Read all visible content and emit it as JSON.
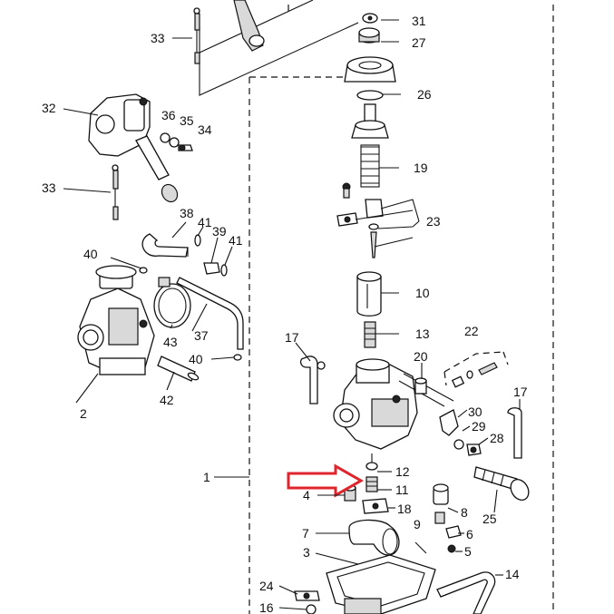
{
  "labels": {
    "p1": "1",
    "p2": "2",
    "p3": "3",
    "p4": "4",
    "p5": "5",
    "p6": "6",
    "p7": "7",
    "p8": "8",
    "p9": "9",
    "p10": "10",
    "p11": "11",
    "p12": "12",
    "p13": "13",
    "p14": "14",
    "p16": "16",
    "p17a": "17",
    "p17b": "17",
    "p18": "18",
    "p19": "19",
    "p20": "20",
    "p22": "22",
    "p23": "23",
    "p24": "24",
    "p25": "25",
    "p26": "26",
    "p27": "27",
    "p28": "28",
    "p29": "29",
    "p30": "30",
    "p31": "31",
    "p32": "32",
    "p33a": "33",
    "p33b": "33",
    "p34": "34",
    "p35": "35",
    "p36": "36",
    "p37": "37",
    "p38": "38",
    "p39": "39",
    "p40a": "40",
    "p40b": "40",
    "p41a": "41",
    "p41b": "41",
    "p42": "42",
    "p43": "43"
  },
  "colors": {
    "arrow": "#e0242c",
    "ink": "#111111",
    "background": "#ffffff"
  }
}
